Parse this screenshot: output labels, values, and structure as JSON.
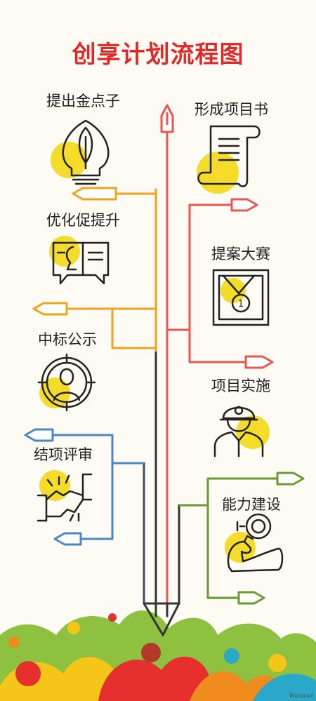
{
  "title": "创享计划流程图",
  "steps": [
    {
      "label": "提出金点子",
      "icon": "lightbulb-leaf-icon"
    },
    {
      "label": "形成项目书",
      "icon": "document-scroll-icon"
    },
    {
      "label": "优化促提升",
      "icon": "discussion-heads-icon"
    },
    {
      "label": "提案大赛",
      "icon": "medal-icon"
    },
    {
      "label": "中标公示",
      "icon": "target-person-icon"
    },
    {
      "label": "项目实施",
      "icon": "worker-helmet-icon"
    },
    {
      "label": "结项评审",
      "icon": "handshake-icon"
    },
    {
      "label": "能力建设",
      "icon": "strength-arm-icon"
    }
  ],
  "colors": {
    "title": "#e02a2a",
    "orange": "#f0a21e",
    "red": "#e5574f",
    "blue": "#4a86c8",
    "green": "#6a9b2e",
    "yellow": "#f5dc2a",
    "line": "#333333"
  },
  "watermark": "Mxtxxxx"
}
